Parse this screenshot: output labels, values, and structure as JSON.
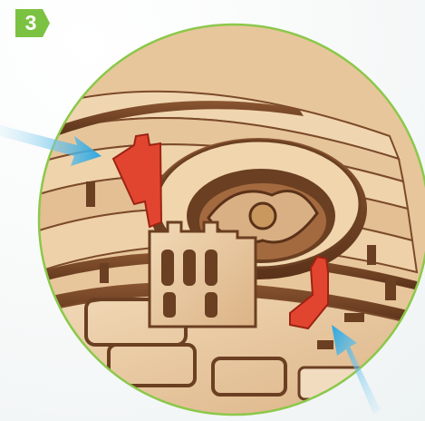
{
  "step": {
    "number": "3",
    "badge_color": "#7cc242"
  },
  "illustration": {
    "frame_color": "#8cc84b",
    "highlight_part_color": "#e2452f",
    "arrow_color": "#4fb6e6",
    "plywood_color": "#e9c9a0",
    "edge_color": "#6b3f22",
    "icons": [
      "magnifier-circle",
      "insert-arrow",
      "insert-arrow",
      "highlighted-part",
      "highlighted-part"
    ]
  }
}
